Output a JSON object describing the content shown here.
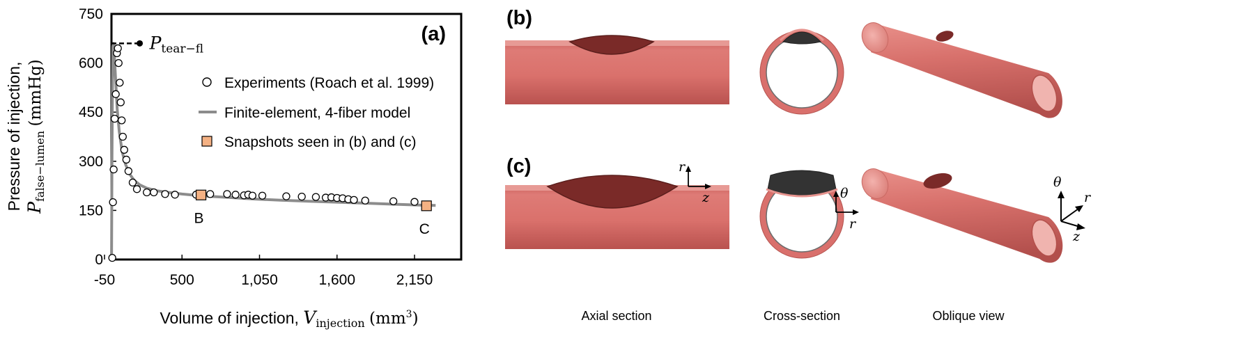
{
  "chart_data": {
    "type": "scatter",
    "panel_label": "(a)",
    "xlabel_main": "Volume of injection, ",
    "xlabel_symbol": "V",
    "xlabel_subscript": "injection",
    "xlabel_unit": "(mm",
    "xlabel_unit_sup": "3",
    "xlabel_unit_close": ")",
    "ylabel_line1": "Pressure of injection,",
    "ylabel_symbol": "P",
    "ylabel_subscript": "false−lumen",
    "ylabel_unit": "(mmHg)",
    "xlim": [
      -50,
      2450
    ],
    "ylim": [
      0,
      750
    ],
    "x_ticks": [
      -50,
      500,
      1050,
      1600,
      2150
    ],
    "x_tick_labels": [
      "-50",
      "500",
      "1,050",
      "1,600",
      "2,150"
    ],
    "y_ticks": [
      0,
      150,
      300,
      450,
      600,
      750
    ],
    "y_tick_labels": [
      "0",
      "150",
      "300",
      "450",
      "600",
      "750"
    ],
    "annotation_symbol": "P",
    "annotation_subscript": "tear−fl",
    "annotation_y": 660,
    "annotation_x_end": 200,
    "series": [
      {
        "name": "Experiments (Roach et al. 1999)",
        "marker": "open-circle",
        "color": "#000000",
        "x": [
          5,
          10,
          15,
          22,
          30,
          38,
          45,
          50,
          58,
          65,
          72,
          80,
          90,
          105,
          120,
          150,
          180,
          250,
          300,
          380,
          450,
          600,
          700,
          820,
          880,
          940,
          970,
          1000,
          1070,
          1240,
          1350,
          1450,
          1520,
          1560,
          1600,
          1640,
          1680,
          1720,
          1800,
          2000,
          2150
        ],
        "y": [
          5,
          175,
          275,
          430,
          505,
          630,
          645,
          600,
          540,
          480,
          425,
          375,
          335,
          305,
          270,
          235,
          215,
          205,
          205,
          200,
          198,
          198,
          200,
          200,
          198,
          196,
          198,
          195,
          195,
          193,
          192,
          191,
          189,
          190,
          188,
          187,
          184,
          182,
          180,
          178,
          176
        ]
      },
      {
        "name": "Finite-element, 4-fiber model",
        "marker": "line",
        "color": "#8c8c8c",
        "x": [
          0,
          3,
          6,
          10,
          15,
          20,
          30,
          40,
          55,
          75,
          100,
          130,
          160,
          200,
          250,
          320,
          400,
          500,
          600,
          700,
          850,
          1000,
          1200,
          1400,
          1600,
          1800,
          2000,
          2200,
          2300
        ],
        "y": [
          0,
          300,
          500,
          650,
          660,
          620,
          540,
          460,
          390,
          330,
          290,
          260,
          242,
          228,
          218,
          210,
          205,
          200,
          196,
          193,
          189,
          185,
          181,
          178,
          175,
          172,
          169,
          166,
          165
        ]
      },
      {
        "name": "Snapshots seen in (b) and (c)",
        "marker": "square",
        "color": "#f4b183",
        "x": [
          635,
          2235
        ],
        "y": [
          197,
          164
        ]
      }
    ],
    "point_labels": [
      {
        "text": "B",
        "x": 635,
        "y": 197
      },
      {
        "text": "C",
        "x": 2235,
        "y": 164
      }
    ]
  },
  "figure": {
    "panel_b_label": "(b)",
    "panel_c_label": "(c)",
    "captions": [
      "Axial section",
      "Cross-section",
      "Oblique view"
    ],
    "axial_axes": {
      "r": "r",
      "z": "z"
    },
    "cross_axes": {
      "theta": "θ",
      "r": "r"
    },
    "oblique_axes": {
      "theta": "θ",
      "r": "r",
      "z": "z"
    },
    "vessel_color": "#d9706c",
    "lumen_color": "#7a2a28"
  }
}
